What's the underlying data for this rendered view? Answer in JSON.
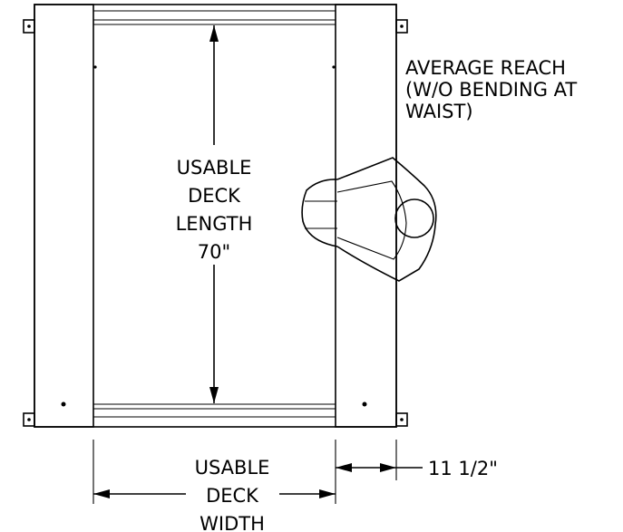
{
  "labels": {
    "deck_length": [
      "USABLE",
      "DECK",
      "LENGTH",
      "70\""
    ],
    "deck_width": [
      "USABLE",
      "DECK",
      "WIDTH"
    ],
    "side_dimension": "11 1/2\"",
    "reach": [
      "AVERAGE REACH",
      "(W/O BENDING AT",
      "WAIST)"
    ]
  },
  "colors": {
    "line": "#000000",
    "background": "#ffffff"
  }
}
